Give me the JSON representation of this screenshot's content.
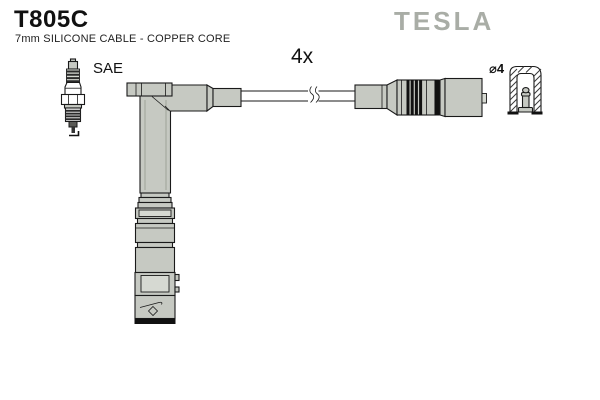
{
  "header": {
    "product_code": "T805C",
    "product_description": "7mm SILICONE CABLE - COPPER CORE",
    "brand_logo": "TESLA"
  },
  "labels": {
    "spark_plug_standard": "SAE",
    "quantity": "4x",
    "terminal_diameter": "⌀4"
  },
  "colors": {
    "part_fill": "#c6c9c2",
    "part_fill_light": "#d6d9d2",
    "part_fill_dark": "#9aa094",
    "outline": "#1a1a1a",
    "band_black": "#111111",
    "logo_gray": "#a9ada6",
    "background": "#ffffff",
    "text": "#111111"
  }
}
